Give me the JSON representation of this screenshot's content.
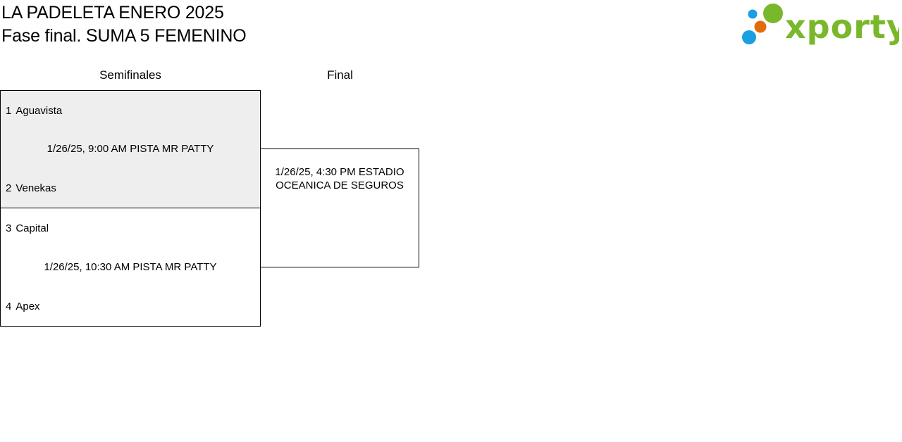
{
  "header": {
    "title_line1": "LA PADELETA ENERO 2025",
    "title_line2": "Fase final. SUMA 5 FEMENINO"
  },
  "logo": {
    "text": "xporty",
    "brand_color": "#7ab82b",
    "dot_colors": [
      "#1a9fe0",
      "#7ab82b",
      "#e36c0a",
      "#1a9fe0"
    ]
  },
  "rounds": {
    "semifinals_label": "Semifinales",
    "final_label": "Final"
  },
  "semifinals": [
    {
      "team1_seed": "1",
      "team1_name": "Aguavista",
      "info": "1/26/25, 9:00 AM PISTA MR PATTY",
      "team2_seed": "2",
      "team2_name": "Venekas"
    },
    {
      "team1_seed": "3",
      "team1_name": "Capital",
      "info": "1/26/25, 10:30 AM PISTA MR PATTY",
      "team2_seed": "4",
      "team2_name": "Apex"
    }
  ],
  "final": {
    "info": "1/26/25, 4:30 PM ESTADIO OCEANICA DE SEGUROS"
  },
  "colors": {
    "shaded_box": "#eeeeee",
    "border": "#000000"
  }
}
